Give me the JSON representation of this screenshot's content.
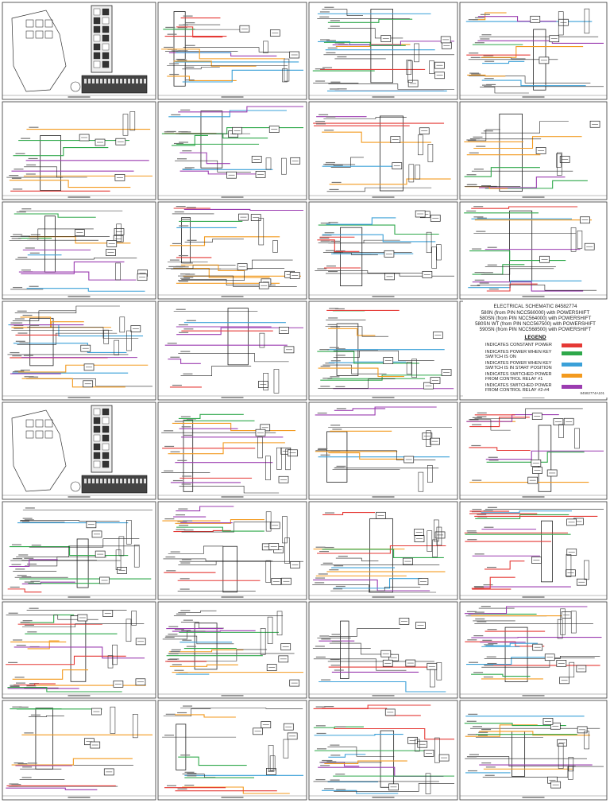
{
  "schematic": {
    "title": "ELECTRICAL SCHEMATIC 84582774",
    "models": [
      "580N (from PIN NCC560000) with POWERSHIFT",
      "580SN (from PIN NCC564000) with POWERSHIFT",
      "580SN WT (from PIN NCC567500) with POWERSHIFT",
      "590SN (from PIN NCC568500) with POWERSHIFT"
    ],
    "legend_label": "LEGEND",
    "legend": [
      {
        "text": "INDICATES CONSTANT POWER",
        "color": "#e53935"
      },
      {
        "text": "INDICATES POWER WHEN KEY SWITCH IS ON",
        "color": "#2ea84a"
      },
      {
        "text": "INDICATES POWER WHEN KEY SWITCH IS IN START POSITION",
        "color": "#3aa0d8"
      },
      {
        "text": "INDICATES SWITCHED POWER FROM CONTROL RELAY #1",
        "color": "#f39a1e"
      },
      {
        "text": "INDICATES SWITCHED POWER FROM CONTROL RELAY #2-#4",
        "color": "#9b3cb0"
      }
    ],
    "doc_number": "84582774A101"
  },
  "wire_colors": {
    "constant": "#e53935",
    "key_on": "#2ea84a",
    "start": "#3aa0d8",
    "relay1": "#f39a1e",
    "relay24": "#9b3cb0",
    "ground": "#222222"
  }
}
